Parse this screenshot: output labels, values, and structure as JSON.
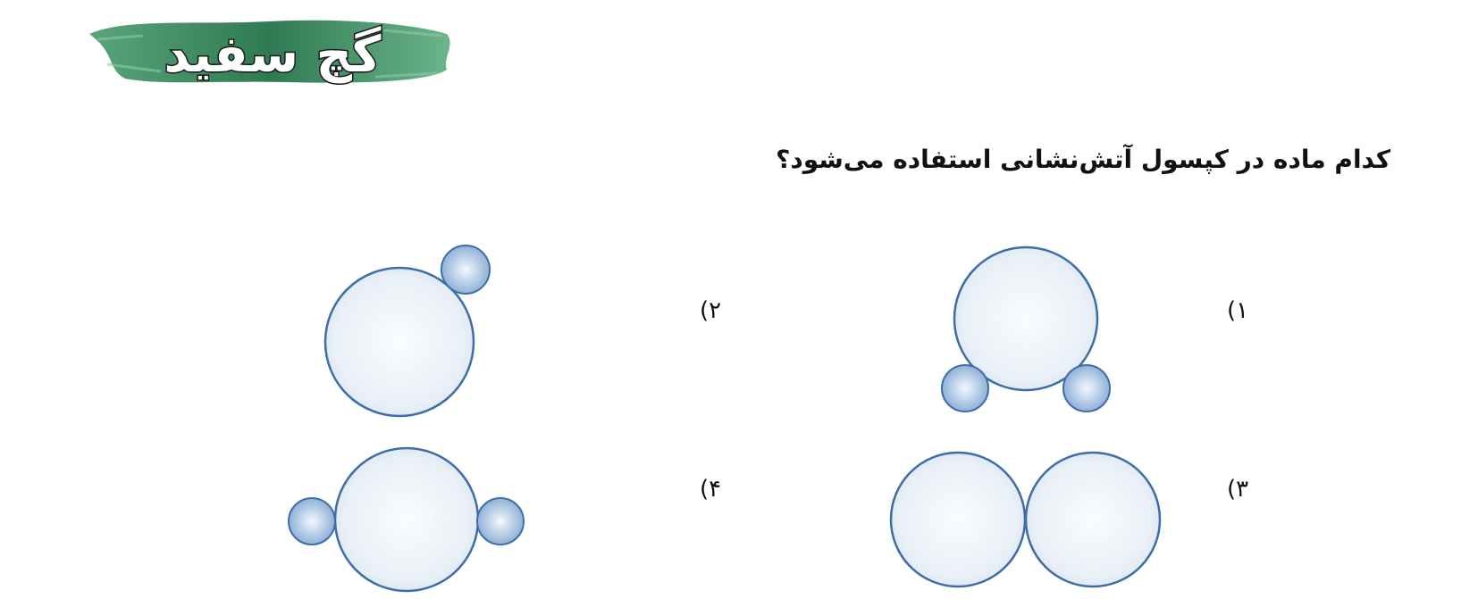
{
  "logo": {
    "text": "گچ سفید"
  },
  "question": {
    "text": "کدام ماده در کپسول آتش‌نشانی استفاده می‌شود؟"
  },
  "options": [
    {
      "label": "۱)",
      "molecule": "large atom with two small atoms below"
    },
    {
      "label": "۲)",
      "molecule": "large atom with one small atom at top-right"
    },
    {
      "label": "۳)",
      "molecule": "two large atoms side by side"
    },
    {
      "label": "۴)",
      "molecule": "large atom with two small atoms on left and right"
    }
  ],
  "colors": {
    "atom_stroke": "#3d6da8",
    "large_atom_fill": "#eef3f8",
    "small_atom_fill": "#a9c3e2",
    "logo_brush": "#3f8a5e",
    "logo_text": "#ffffff"
  }
}
